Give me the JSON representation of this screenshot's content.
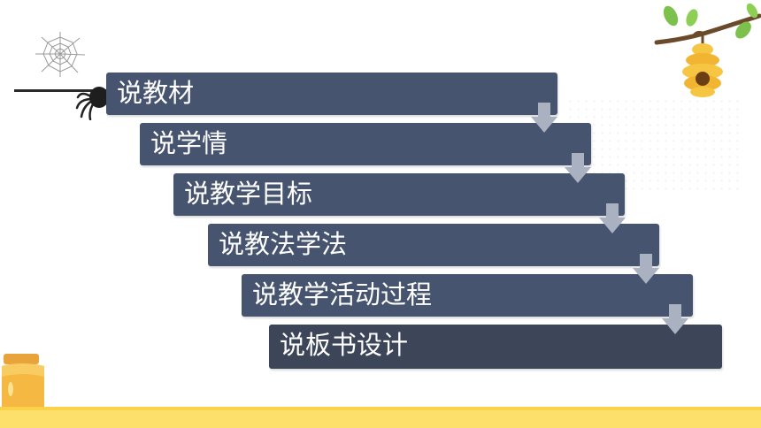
{
  "steps": [
    {
      "label": "说教材"
    },
    {
      "label": "说学情"
    },
    {
      "label": "说教学目标"
    },
    {
      "label": "说教法学法"
    },
    {
      "label": "说教学活动过程"
    },
    {
      "label": "说板书设计"
    }
  ],
  "colors": {
    "step_bg": "#475470",
    "step_bg_last": "#3d4659",
    "arrow": "#aab2c2",
    "stripe": "#fde06b"
  },
  "icons": [
    "spider-web-icon",
    "spider-icon",
    "beehive-icon",
    "honey-jar-icon",
    "leaf-icon"
  ]
}
